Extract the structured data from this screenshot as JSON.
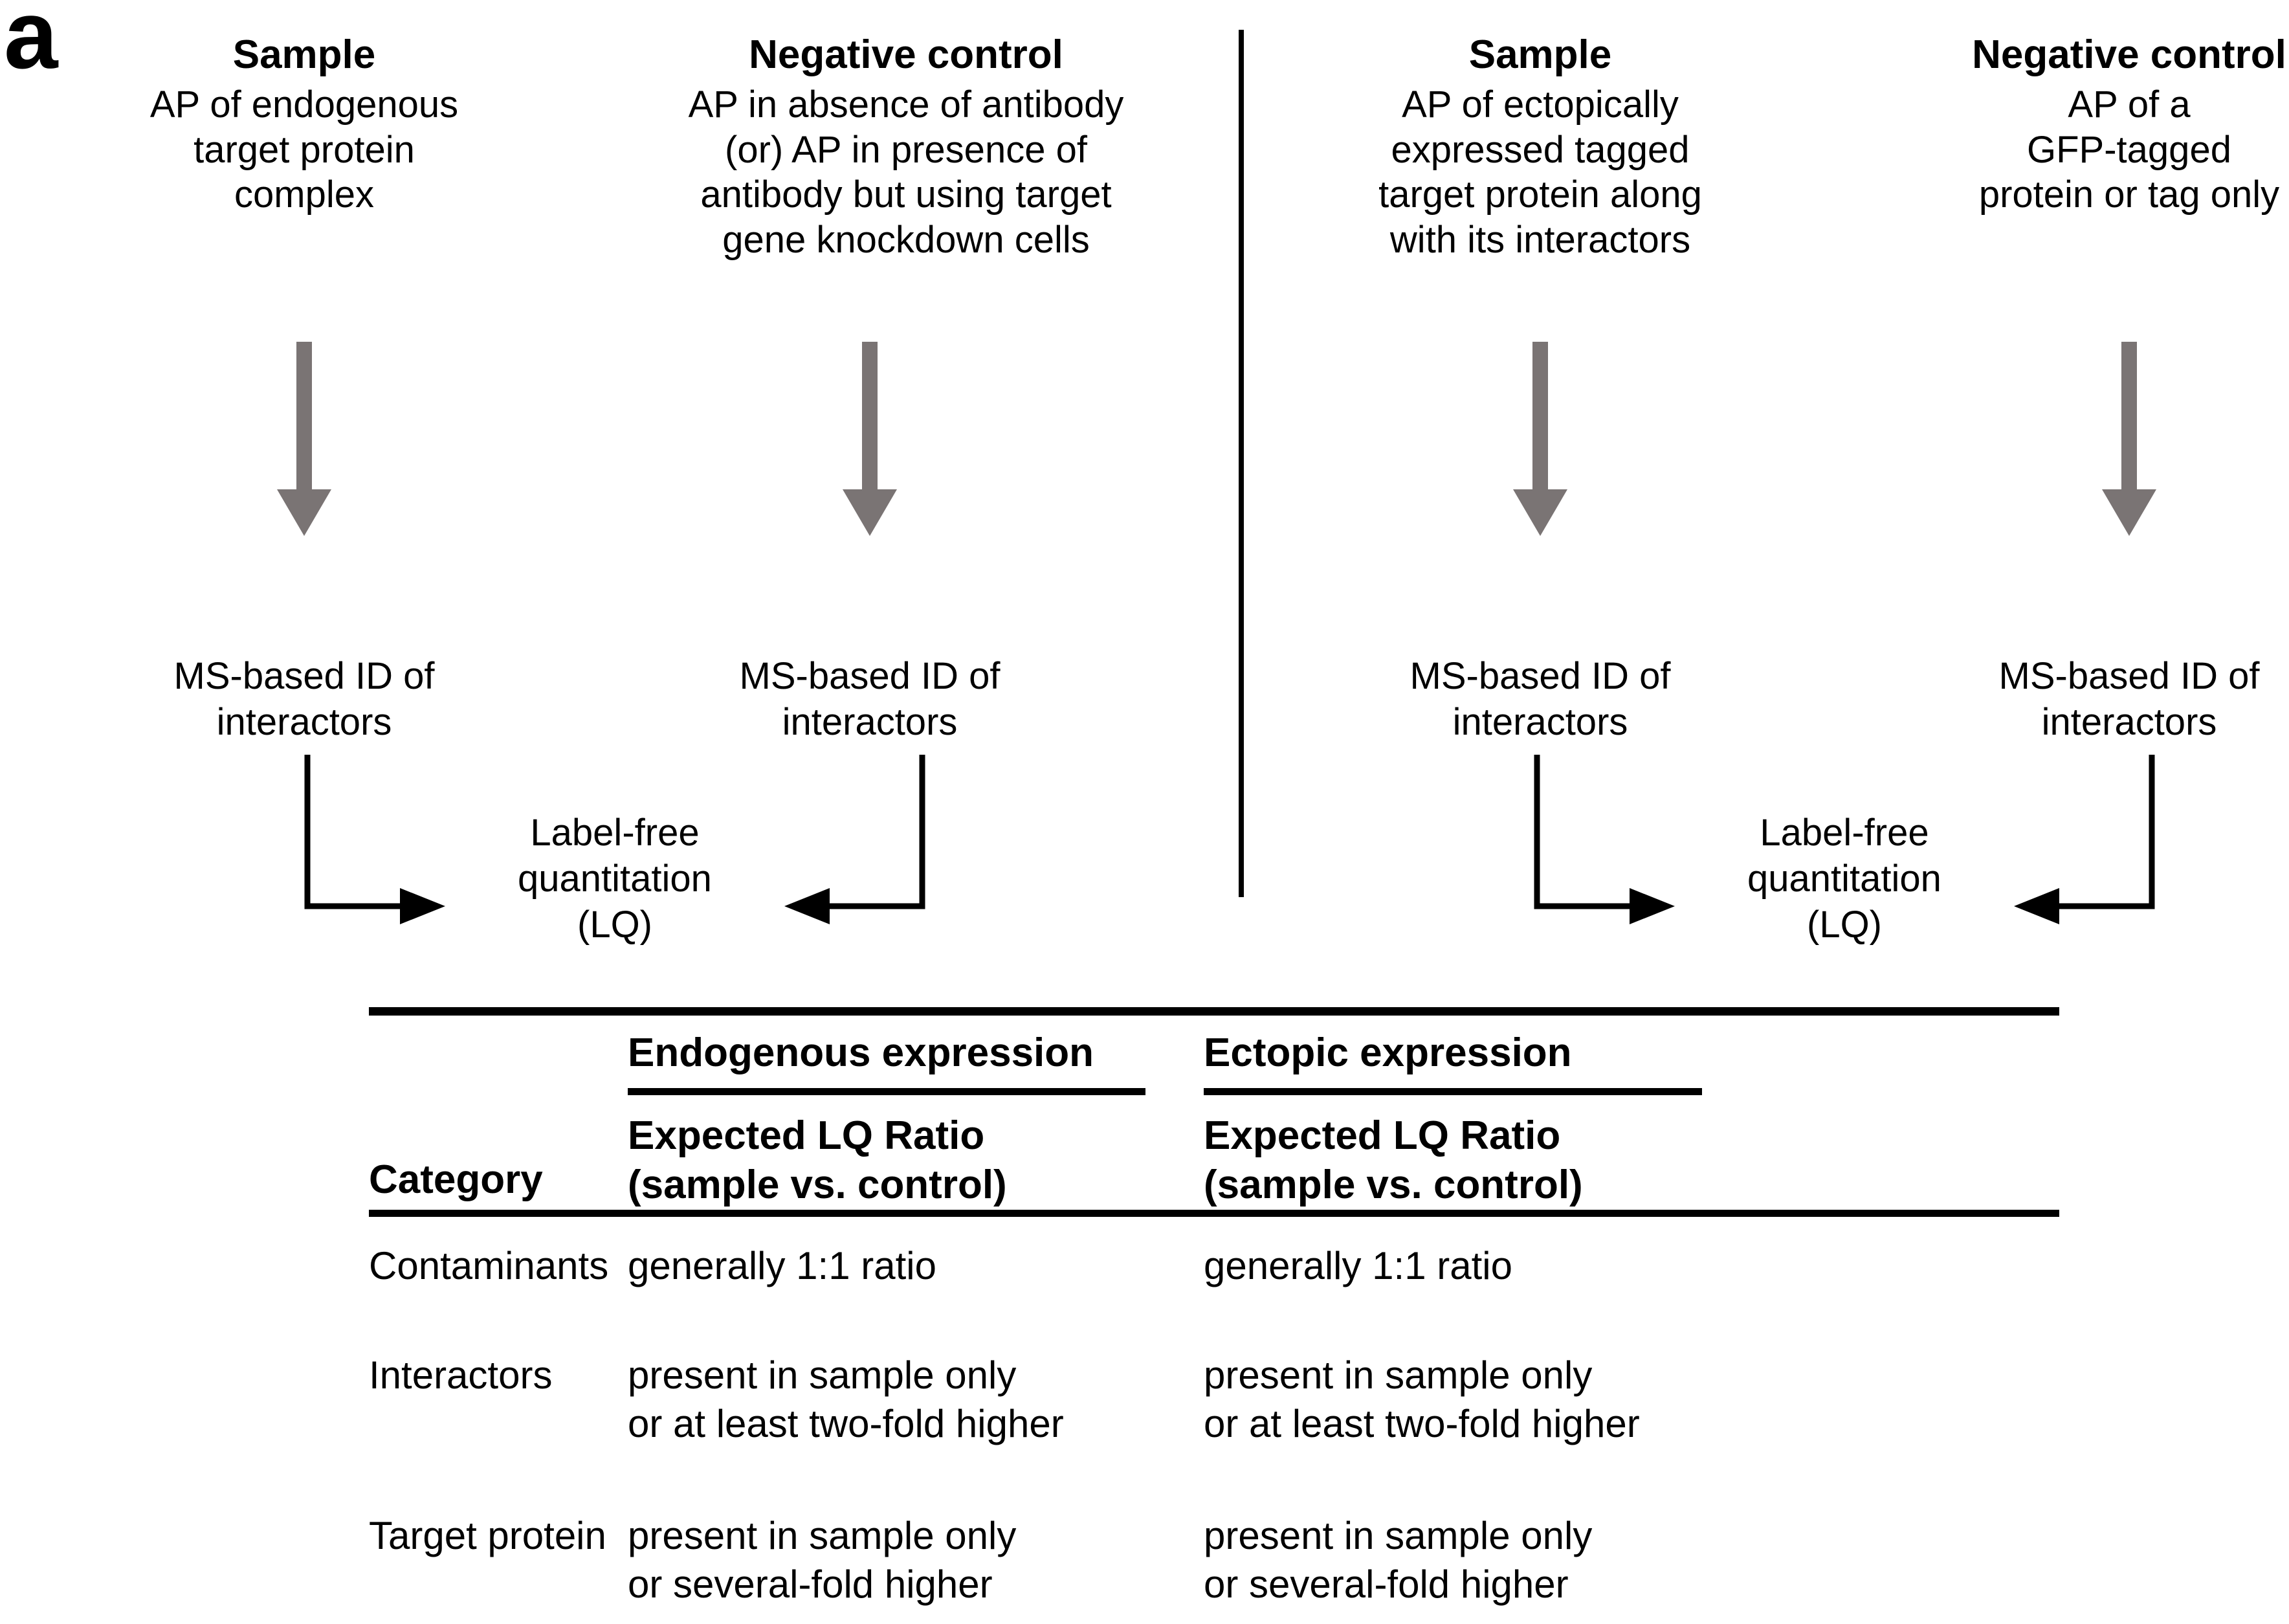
{
  "panel": {
    "letter": "a"
  },
  "flow": {
    "columns": [
      {
        "title": "Sample",
        "description": "AP of endogenous\ntarget protein\ncomplex",
        "arrow": "down-arrow-icon",
        "step": "MS-based ID of\ninteractors"
      },
      {
        "title": "Negative control",
        "description": "AP in absence of antibody\n(or) AP in presence of\nantibody but using target\ngene knockdown cells",
        "arrow": "down-arrow-icon",
        "step": "MS-based ID of\ninteractors"
      },
      {
        "title": "Sample",
        "description": "AP of ectopically\nexpressed tagged\ntarget protein along\nwith its interactors",
        "arrow": "down-arrow-icon",
        "step": "MS-based ID of\ninteractors"
      },
      {
        "title": "Negative control",
        "description": "AP of a\nGFP-tagged\nprotein or tag only",
        "arrow": "down-arrow-icon",
        "step": "MS-based ID of\ninteractors"
      }
    ],
    "merge_left": {
      "label": "Label-free\nquantitation\n(LQ)",
      "left_arrow": "arrow-right-icon",
      "right_arrow": "arrow-left-icon"
    },
    "merge_right": {
      "label": "Label-free\nquantitation\n(LQ)",
      "left_arrow": "arrow-right-icon",
      "right_arrow": "arrow-left-icon"
    }
  },
  "table": {
    "group_headers": [
      {
        "label": "Endogenous expression"
      },
      {
        "label": "Ectopic expression"
      }
    ],
    "sub_headers": [
      {
        "label": "Expected LQ Ratio\n(sample vs. control)"
      },
      {
        "label": "Expected LQ Ratio\n(sample vs. control)"
      }
    ],
    "category_header": "Category",
    "rows": [
      {
        "category": "Contaminants",
        "endogenous": "generally 1:1 ratio",
        "ectopic": "generally 1:1 ratio"
      },
      {
        "category": "Interactors",
        "endogenous": "present in sample only\nor at least two-fold higher",
        "ectopic": "present in sample only\nor at least two-fold higher"
      },
      {
        "category": "Target protein",
        "endogenous": "present in sample only\nor several-fold higher",
        "ectopic": "present in sample only\nor several-fold higher"
      }
    ]
  },
  "colors": {
    "arrow_gray": "#7a7474",
    "rule_black": "#000000",
    "text_black": "#000000",
    "background": "#ffffff"
  }
}
